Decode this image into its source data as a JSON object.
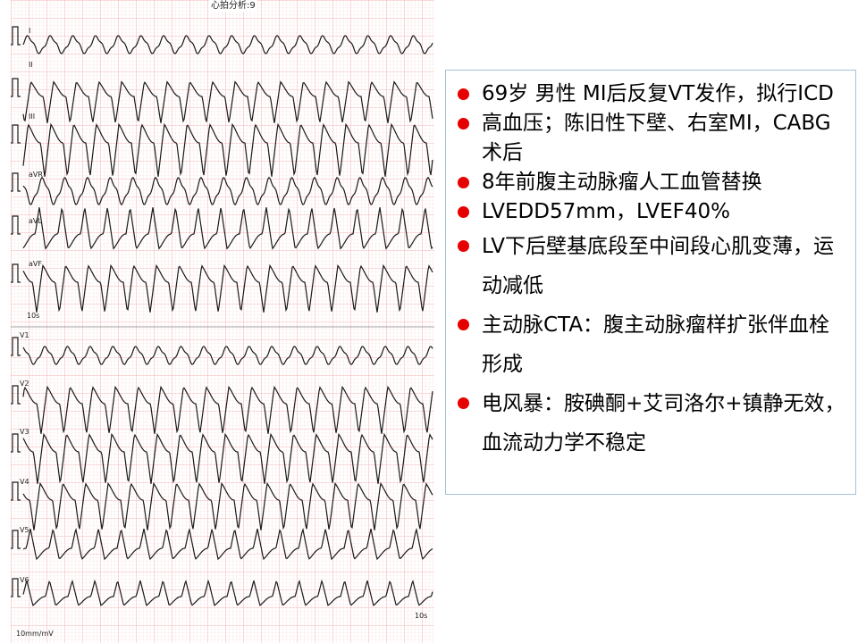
{
  "ecg": {
    "title": "心拍分析:9",
    "limb_leads": [
      "I",
      "II",
      "III",
      "aVR",
      "aVL",
      "aVF"
    ],
    "chest_leads": [
      "V1",
      "V2",
      "V3",
      "V4",
      "V5",
      "V6"
    ],
    "speed_label_top": "10s",
    "speed_label_bottom": "10s",
    "gain_label": "10mm/mV",
    "grid_color_major": "#f0a3a3",
    "grid_color_minor": "#fbdcdc",
    "trace_color": "#1a1a1a"
  },
  "case": {
    "items": [
      {
        "text": "69岁 男性 MI后反复VT发作，拟行ICD",
        "spaced": false
      },
      {
        "text": "高血压；陈旧性下壁、右室MI，CABG术后",
        "spaced": false
      },
      {
        "text": "8年前腹主动脉瘤人工血管替换",
        "spaced": false
      },
      {
        "text": "LVEDD57mm，LVEF40%",
        "spaced": false
      },
      {
        "text": "LV下后壁基底段至中间段心肌变薄，运动减低",
        "spaced": true
      },
      {
        "text": "主动脉CTA：腹主动脉瘤样扩张伴血栓形成",
        "spaced": true
      },
      {
        "text": "电风暴：胺碘酮+艾司洛尔+镇静无效，血流动力学不稳定",
        "spaced": true
      }
    ],
    "bullet_color": "#e60000",
    "border_color": "#a8c0d6"
  }
}
